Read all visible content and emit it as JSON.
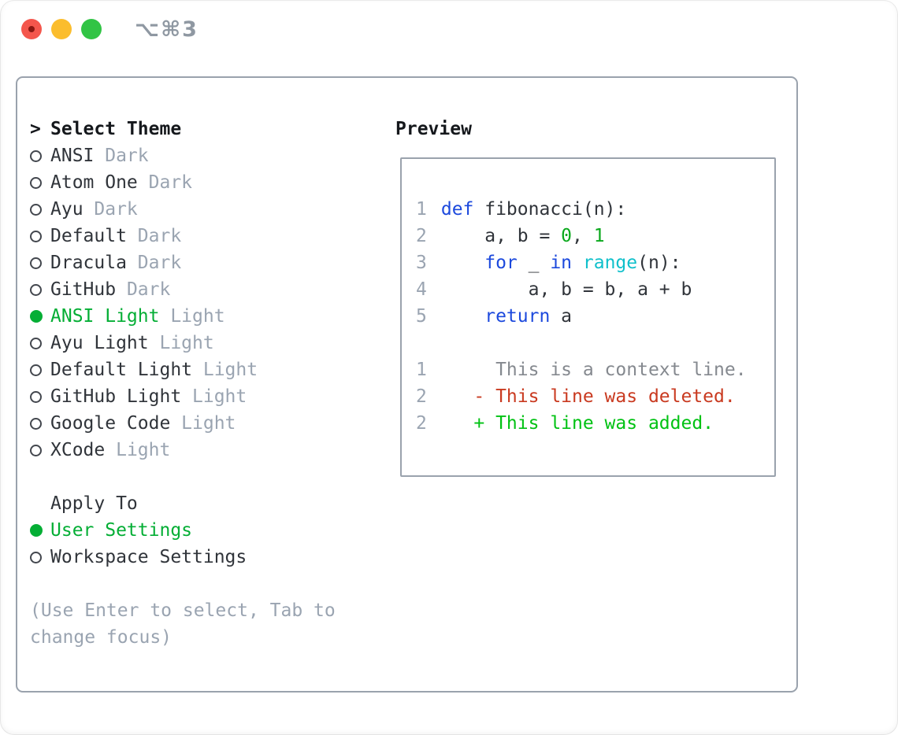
{
  "window": {
    "title": "⌥⌘3",
    "traffic_lights": [
      {
        "name": "close",
        "color": "#f4564c"
      },
      {
        "name": "minimize",
        "color": "#fbbd2d"
      },
      {
        "name": "maximize",
        "color": "#31c445"
      }
    ]
  },
  "colors": {
    "panel_border": "#9aa2ad",
    "muted_gray": "#9aa4b1",
    "text_dark": "#30343a",
    "header_dark": "#15181c",
    "accent_green": "#04ae35",
    "added_green": "#00c213",
    "number_green": "#0aa81c",
    "keyword_blue": "#1c49dd",
    "function_cyan": "#10c0cb",
    "deleted_red": "#c93a20",
    "context_gray": "#85898f",
    "titlebar_gray": "#8f98a2"
  },
  "theme_panel": {
    "header_prefix": ">",
    "header_label": "Select Theme",
    "themes": [
      {
        "name": "ANSI",
        "variant": "Dark",
        "selected": false
      },
      {
        "name": "Atom One",
        "variant": "Dark",
        "selected": false
      },
      {
        "name": "Ayu",
        "variant": "Dark",
        "selected": false
      },
      {
        "name": "Default",
        "variant": "Dark",
        "selected": false
      },
      {
        "name": "Dracula",
        "variant": "Dark",
        "selected": false
      },
      {
        "name": "GitHub",
        "variant": "Dark",
        "selected": false
      },
      {
        "name": "ANSI Light",
        "variant": "Light",
        "selected": true
      },
      {
        "name": "Ayu Light",
        "variant": "Light",
        "selected": false
      },
      {
        "name": "Default Light",
        "variant": "Light",
        "selected": false
      },
      {
        "name": "GitHub Light",
        "variant": "Light",
        "selected": false
      },
      {
        "name": "Google Code",
        "variant": "Light",
        "selected": false
      },
      {
        "name": "XCode",
        "variant": "Light",
        "selected": false
      }
    ],
    "apply_to_label": "Apply To",
    "apply_options": [
      {
        "label": "User Settings",
        "selected": true
      },
      {
        "label": "Workspace Settings",
        "selected": false
      }
    ],
    "hint_lines": [
      "(Use Enter to select, Tab to",
      "change focus)"
    ]
  },
  "preview": {
    "title": "Preview",
    "lines": [
      {
        "num": "1",
        "segments": [
          {
            "text": "def",
            "style": "kw"
          },
          {
            "text": " fibonacci(n):",
            "style": "code"
          }
        ]
      },
      {
        "num": "2",
        "segments": [
          {
            "text": "    a, b = ",
            "style": "code"
          },
          {
            "text": "0",
            "style": "num"
          },
          {
            "text": ", ",
            "style": "code"
          },
          {
            "text": "1",
            "style": "num"
          }
        ]
      },
      {
        "num": "3",
        "segments": [
          {
            "text": "    ",
            "style": "code"
          },
          {
            "text": "for",
            "style": "kw"
          },
          {
            "text": " _ ",
            "style": "code"
          },
          {
            "text": "in",
            "style": "kw"
          },
          {
            "text": " ",
            "style": "code"
          },
          {
            "text": "range",
            "style": "fn"
          },
          {
            "text": "(n):",
            "style": "code"
          }
        ]
      },
      {
        "num": "4",
        "segments": [
          {
            "text": "        a, b = b, a + b",
            "style": "code"
          }
        ]
      },
      {
        "num": "5",
        "segments": [
          {
            "text": "    ",
            "style": "code"
          },
          {
            "text": "return",
            "style": "kw"
          },
          {
            "text": " a",
            "style": "code"
          }
        ]
      },
      {
        "num": "",
        "segments": []
      },
      {
        "num": "1",
        "segments": [
          {
            "text": "     This is a context line.",
            "style": "ctx"
          }
        ]
      },
      {
        "num": "2",
        "segments": [
          {
            "text": "   - This line was deleted.",
            "style": "del"
          }
        ]
      },
      {
        "num": "2",
        "segments": [
          {
            "text": "   + This line was added.",
            "style": "add"
          }
        ]
      }
    ]
  }
}
